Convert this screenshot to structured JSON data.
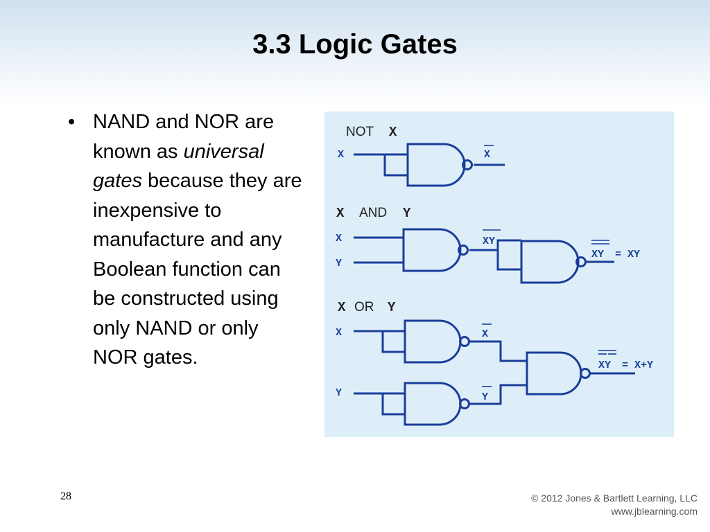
{
  "title": "3.3 Logic Gates",
  "bullet": {
    "marker": "•",
    "text_before": "NAND and NOR are known as ",
    "emphasis": "universal gates",
    "text_after": " because they are inexpensive to manufacture and any Boolean function can be constructed using only NAND or only NOR gates."
  },
  "diagram": {
    "line_color": "#1a3d9a",
    "background": "#ddeef9",
    "not_section": {
      "heading_word": "NOT",
      "heading_var": "X",
      "input_x": "X",
      "output": "X"
    },
    "and_section": {
      "heading_var1": "X",
      "heading_word": "AND",
      "heading_var2": "Y",
      "input_x": "X",
      "input_y": "Y",
      "mid_output": "XY",
      "result_lhs": "XY",
      "result_rhs": "= XY"
    },
    "or_section": {
      "heading_var1": "X",
      "heading_word": "OR",
      "heading_var2": "Y",
      "input_x": "X",
      "input_y": "Y",
      "out_x": "X",
      "out_y": "Y",
      "result_lhs": "XY",
      "result_rhs": "= X+Y"
    }
  },
  "footer": {
    "page_number": "28",
    "copyright": "© 2012 Jones & Bartlett Learning, LLC",
    "website": "www.jblearning.com"
  }
}
